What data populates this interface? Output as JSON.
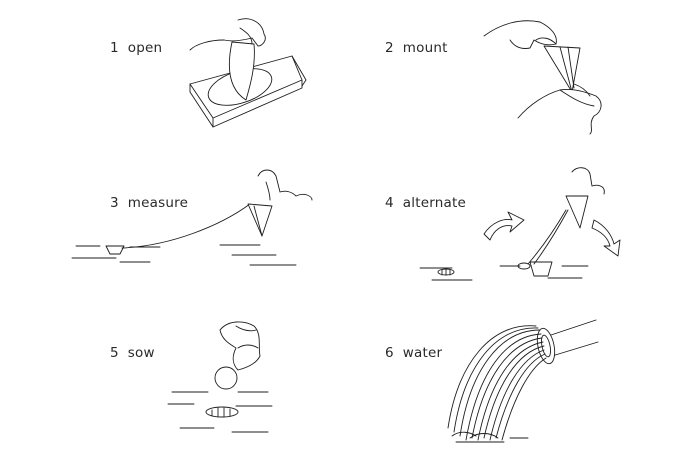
{
  "steps": [
    {
      "number": "1",
      "label": "open",
      "icon": "open-packet-illustration"
    },
    {
      "number": "2",
      "label": "mount",
      "icon": "mount-cone-illustration"
    },
    {
      "number": "3",
      "label": "measure",
      "icon": "measure-string-illustration"
    },
    {
      "number": "4",
      "label": "alternate",
      "icon": "alternate-arrows-illustration"
    },
    {
      "number": "5",
      "label": "sow",
      "icon": "sow-seed-illustration"
    },
    {
      "number": "6",
      "label": "water",
      "icon": "watering-hose-illustration"
    }
  ],
  "colors": {
    "line": "#1e1e1e",
    "text": "#2a2a2a",
    "background": "#ffffff"
  }
}
